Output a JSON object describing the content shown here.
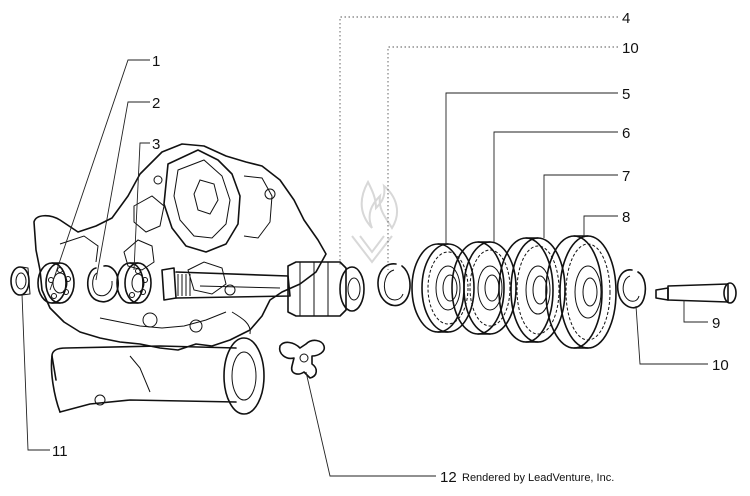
{
  "callouts": {
    "c1": "1",
    "c2": "2",
    "c3": "3",
    "c4": "4",
    "c5": "5",
    "c6": "6",
    "c7": "7",
    "c8": "8",
    "c9": "9",
    "c10a": "10",
    "c10b": "10",
    "c11": "11",
    "c12": "12"
  },
  "credit": "Rendered by LeadVenture, Inc.",
  "colors": {
    "line": "#111111",
    "background": "#ffffff",
    "watermark": "#d8d8d8"
  }
}
